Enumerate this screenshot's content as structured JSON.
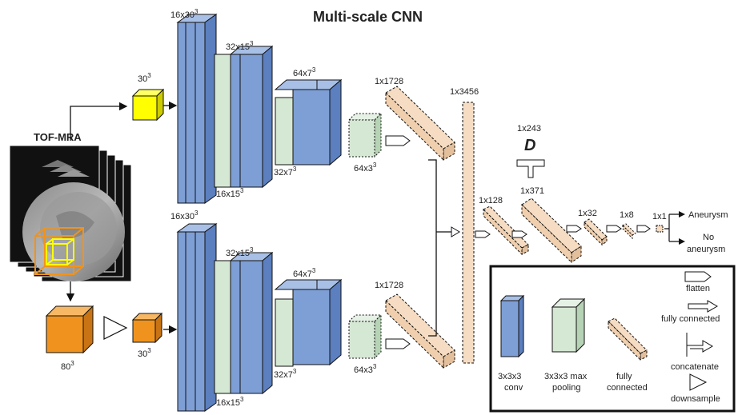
{
  "title": "Multi-scale CNN",
  "input": {
    "label": "TOF-MRA"
  },
  "patch_sizes": {
    "small_top": "30",
    "large": "80",
    "small_bottom": "30",
    "exp": "3"
  },
  "pathway_top": {
    "conv1": "16x30",
    "pool1": "16x15",
    "conv2": "32x15",
    "pool2": "32x7",
    "conv3": "64x7",
    "pool3": "64x3",
    "exp": "3"
  },
  "pathway_bottom": {
    "conv1": "16x30",
    "pool1": "16x15",
    "conv2": "32x15",
    "pool2": "32x7",
    "conv3": "64x7",
    "pool3": "64x3",
    "exp": "3"
  },
  "fc": {
    "flat_top": "1x1728",
    "flat_bottom": "1x1728",
    "concat": "1x3456",
    "extra_size": "1x243",
    "extra_symbol": "D",
    "fc1": "1x128",
    "fc2": "1x371",
    "fc3": "1x32",
    "fc4": "1x8",
    "fc5": "1x1"
  },
  "outputs": {
    "positive": "Aneurysm",
    "negative_line1": "No",
    "negative_line2": "aneurysm"
  },
  "legend": {
    "conv_line1": "3x3x3",
    "conv_line2": "conv",
    "pool_line1": "3x3x3 max",
    "pool_line2": "pooling",
    "fc_line1": "fully",
    "fc_line2": "connected",
    "flatten": "flatten",
    "fully_connected": "fully connected",
    "concatenate": "concatenate",
    "downsample": "downsample"
  },
  "colors": {
    "conv": "#7e9fd5",
    "pool": "#d5e8d4",
    "fc": "#f5dcc2",
    "patch_small": "#ffff00",
    "patch_large": "#f0931e"
  }
}
